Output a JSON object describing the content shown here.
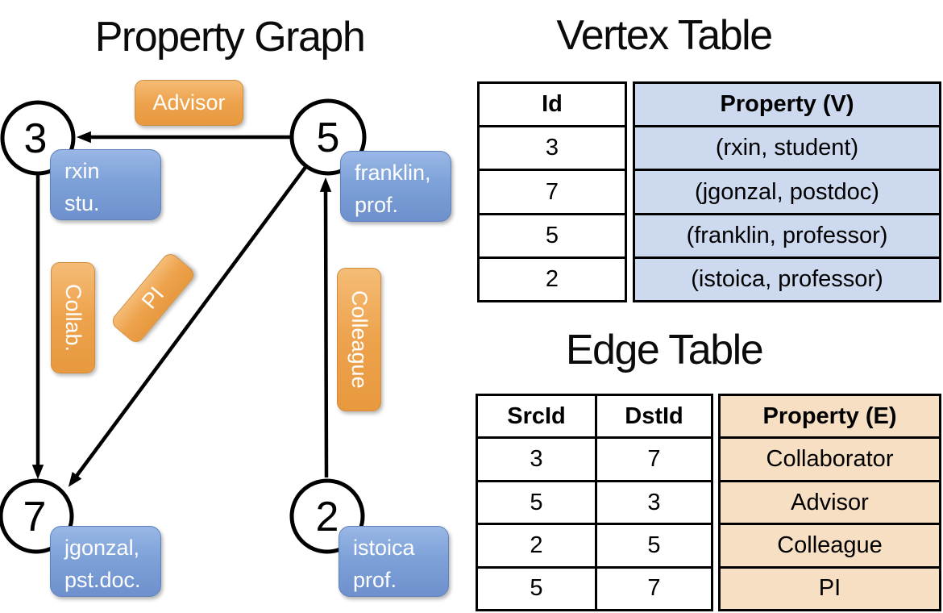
{
  "graph": {
    "title": "Property Graph",
    "nodes": [
      {
        "id": "3",
        "label_line1": "rxin",
        "label_line2": "stu."
      },
      {
        "id": "5",
        "label_line1": "franklin,",
        "label_line2": "prof."
      },
      {
        "id": "7",
        "label_line1": "jgonzal,",
        "label_line2": "pst.doc."
      },
      {
        "id": "2",
        "label_line1": "istoica",
        "label_line2": "prof."
      }
    ],
    "edges": [
      {
        "src": "5",
        "dst": "3",
        "label": "Advisor"
      },
      {
        "src": "3",
        "dst": "7",
        "label": "Collab."
      },
      {
        "src": "5",
        "dst": "7",
        "label": "PI"
      },
      {
        "src": "2",
        "dst": "5",
        "label": "Colleague"
      }
    ],
    "edge_labels": {
      "advisor": "Advisor",
      "collab": "Collab.",
      "pi": "PI",
      "colleague": "Colleague"
    }
  },
  "vertex_table": {
    "title": "Vertex Table",
    "headers": {
      "id": "Id",
      "property": "Property (V)"
    },
    "rows": [
      {
        "id": "3",
        "property": "(rxin, student)"
      },
      {
        "id": "7",
        "property": "(jgonzal, postdoc)"
      },
      {
        "id": "5",
        "property": "(franklin, professor)"
      },
      {
        "id": "2",
        "property": "(istoica, professor)"
      }
    ]
  },
  "edge_table": {
    "title": "Edge Table",
    "headers": {
      "src": "SrcId",
      "dst": "DstId",
      "property": "Property (E)"
    },
    "rows": [
      {
        "src": "3",
        "dst": "7",
        "property": "Collaborator"
      },
      {
        "src": "5",
        "dst": "3",
        "property": "Advisor"
      },
      {
        "src": "2",
        "dst": "5",
        "property": "Colleague"
      },
      {
        "src": "5",
        "dst": "7",
        "property": "PI"
      }
    ]
  },
  "colors": {
    "edge_label_orange": "#e8993f",
    "vertex_label_blue": "#6e91cd",
    "vertex_table_fill": "#cdd9ee",
    "edge_table_fill": "#f6dfc3",
    "line_black": "#000000"
  }
}
